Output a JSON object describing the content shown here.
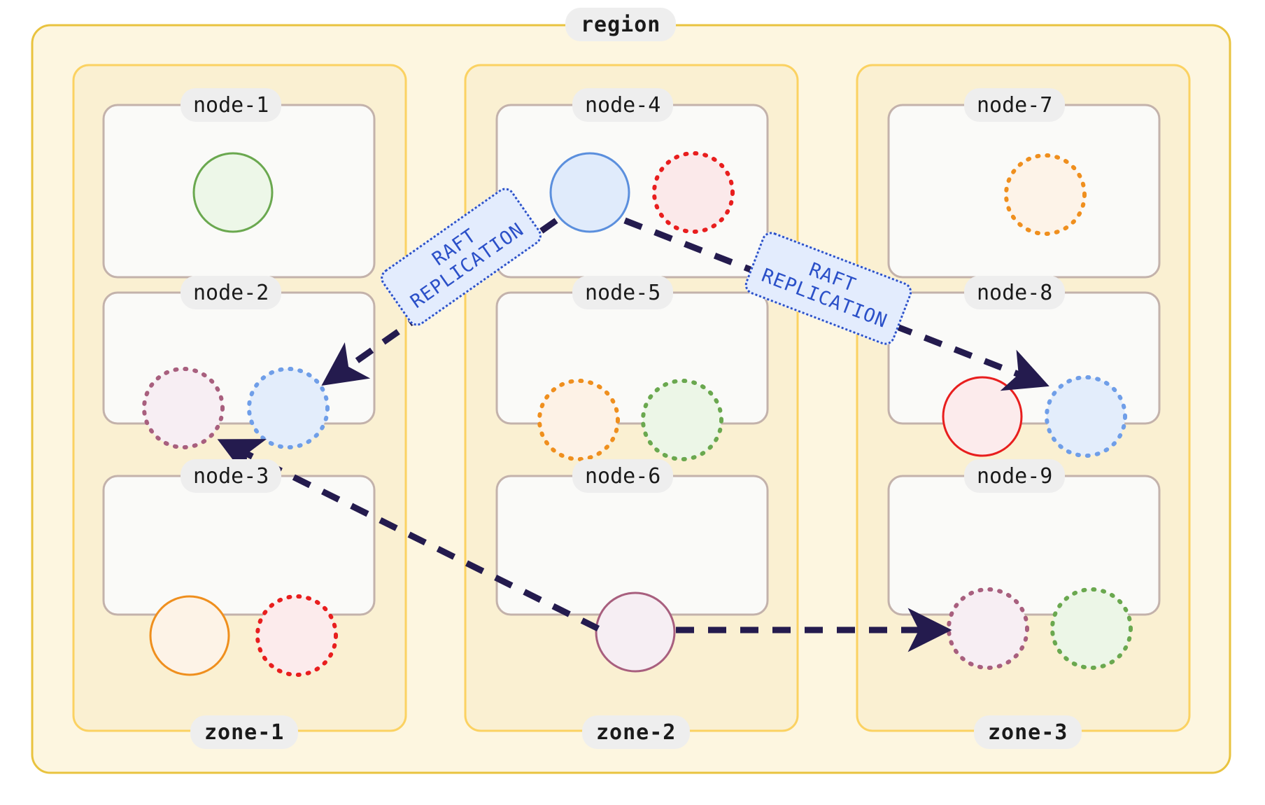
{
  "diagram": {
    "title": "region",
    "region": {
      "label": "region",
      "fill": "#fdf6e0",
      "stroke": "#e9c33f"
    },
    "zones": [
      {
        "id": "zone-1",
        "label": "zone-1",
        "fill": "#faf0d2",
        "stroke": "#fbd262",
        "nodes": [
          "node-1",
          "node-2",
          "node-3"
        ]
      },
      {
        "id": "zone-2",
        "label": "zone-2",
        "fill": "#faf0d2",
        "stroke": "#fbd262",
        "nodes": [
          "node-4",
          "node-5",
          "node-6"
        ]
      },
      {
        "id": "zone-3",
        "label": "zone-3",
        "fill": "#faf0d2",
        "stroke": "#fbd262",
        "nodes": [
          "node-7",
          "node-8",
          "node-9"
        ]
      }
    ],
    "node_box": {
      "fill": "#fafaf8",
      "stroke": "#c3b2ab"
    },
    "nodes": [
      {
        "id": "node-1",
        "label": "node-1",
        "zone": "zone-1",
        "shards": [
          {
            "stroke": "#6aa84f",
            "fill": "#edf7e8",
            "style": "solid"
          }
        ]
      },
      {
        "id": "node-2",
        "label": "node-2",
        "zone": "zone-1",
        "shards": [
          {
            "stroke": "#a85f7e",
            "fill": "#f7eef3",
            "style": "dotted"
          },
          {
            "stroke": "#6f9ee8",
            "fill": "#e3edfb",
            "style": "dotted"
          }
        ]
      },
      {
        "id": "node-3",
        "label": "node-3",
        "zone": "zone-1",
        "shards": [
          {
            "stroke": "#ef8f1e",
            "fill": "#fdf3e7",
            "style": "solid"
          },
          {
            "stroke": "#e81e1e",
            "fill": "#fcebec",
            "style": "dotted"
          }
        ]
      },
      {
        "id": "node-4",
        "label": "node-4",
        "zone": "zone-2",
        "shards": [
          {
            "stroke": "#5b8fdd",
            "fill": "#e0ebfb",
            "style": "solid"
          },
          {
            "stroke": "#e81e1e",
            "fill": "#fbe9ea",
            "style": "dotted"
          }
        ]
      },
      {
        "id": "node-5",
        "label": "node-5",
        "zone": "zone-2",
        "shards": [
          {
            "stroke": "#ef8f1e",
            "fill": "#fdf2e6",
            "style": "dotted"
          },
          {
            "stroke": "#6aa84f",
            "fill": "#ecf6e7",
            "style": "dotted"
          }
        ]
      },
      {
        "id": "node-6",
        "label": "node-6",
        "zone": "zone-2",
        "shards": [
          {
            "stroke": "#a85f7e",
            "fill": "#f6eef3",
            "style": "solid"
          }
        ]
      },
      {
        "id": "node-7",
        "label": "node-7",
        "zone": "zone-3",
        "shards": [
          {
            "stroke": "#ef8f1e",
            "fill": "#fdf3e8",
            "style": "dotted"
          }
        ]
      },
      {
        "id": "node-8",
        "label": "node-8",
        "zone": "zone-3",
        "shards": [
          {
            "stroke": "#e81e1e",
            "fill": "#fcebec",
            "style": "solid"
          },
          {
            "stroke": "#6f9ee8",
            "fill": "#e3edfb",
            "style": "dotted"
          }
        ]
      },
      {
        "id": "node-9",
        "label": "node-9",
        "zone": "zone-3",
        "shards": [
          {
            "stroke": "#a85f7e",
            "fill": "#f7eef3",
            "style": "dotted"
          },
          {
            "stroke": "#6aa84f",
            "fill": "#ecf6e7",
            "style": "dotted"
          }
        ]
      }
    ],
    "edges": [
      {
        "id": "edge-node4-node2",
        "from": "node-4",
        "to": "node-2",
        "label": "RAFT\nREPLICATION",
        "label_line1": "RAFT",
        "label_line2": "REPLICATION",
        "style": "dashed",
        "color": "#241b4e"
      },
      {
        "id": "edge-node4-node8",
        "from": "node-4",
        "to": "node-8",
        "label": "RAFT\nREPLICATION",
        "label_line1": "RAFT",
        "label_line2": "REPLICATION",
        "style": "dashed",
        "color": "#241b4e"
      },
      {
        "id": "edge-node6-node2",
        "from": "node-6",
        "to": "node-2",
        "label": "",
        "style": "dashed",
        "color": "#241b4e"
      },
      {
        "id": "edge-node6-node9",
        "from": "node-6",
        "to": "node-9",
        "label": "",
        "style": "dashed",
        "color": "#241b4e"
      }
    ],
    "edge_label_style": {
      "fill": "#e3ecfd",
      "stroke": "#2b50c8",
      "text_color": "#2b50c8"
    }
  }
}
